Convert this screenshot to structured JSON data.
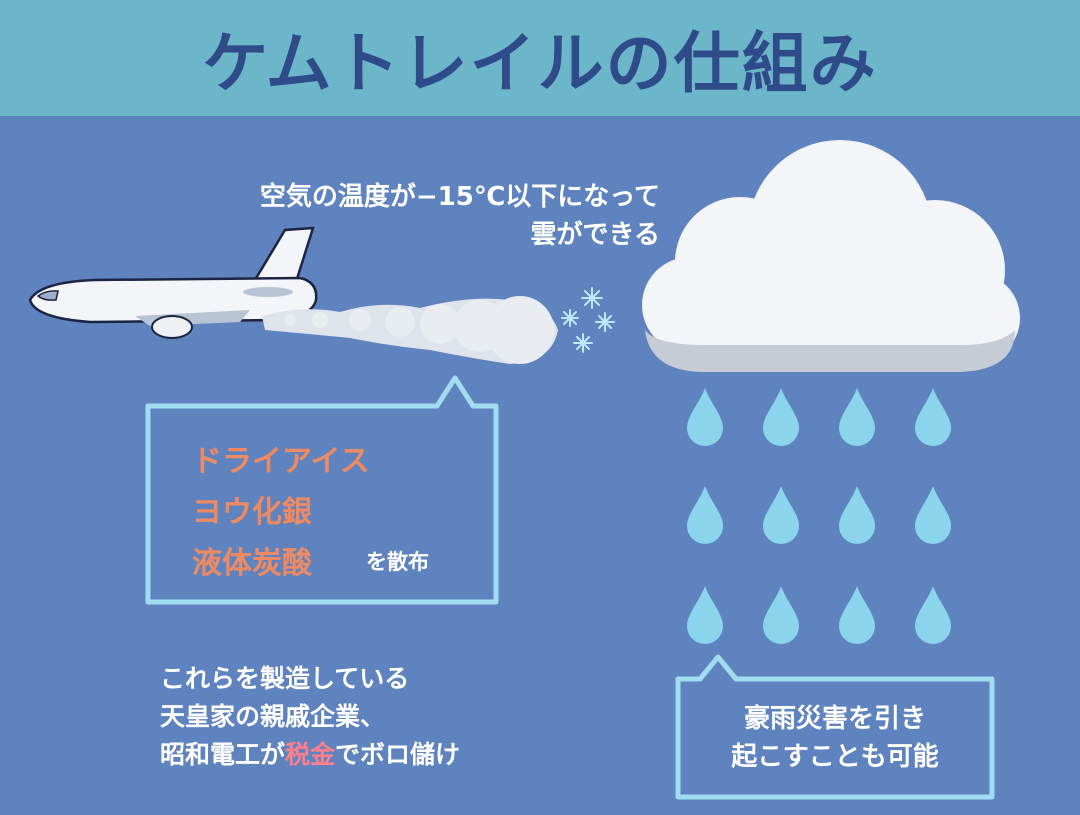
{
  "title": "ケムトレイルの仕組み",
  "top_note": {
    "line1": "空気の温度が−15℃以下になって",
    "line2": "雲ができる"
  },
  "chemicals_box": {
    "items": [
      "ドライアイス",
      "ヨウ化銀",
      "液体炭酸"
    ],
    "suffix": "を散布"
  },
  "bottom_left": {
    "line1": "これらを製造している",
    "line2": "天皇家の親戚企業、",
    "line3_prefix": "昭和電工が",
    "line3_highlight": "税金",
    "line3_suffix": "でボロ儲け"
  },
  "rain_box": {
    "line1": "豪雨災害を引き",
    "line2": "起こすことも可能"
  },
  "colors": {
    "background": "#5e83bf",
    "title_bar": "#6cb6ca",
    "title_text": "#2f4b8a",
    "box_outline": "#9fdcf0",
    "chemical_text": "#ee8a62",
    "highlight_text": "#ff7f8a",
    "raindrop": "#8ad4ec"
  },
  "icons": [
    "airplane-icon",
    "contrail-icon",
    "snowflake-icon",
    "cloud-icon",
    "raindrop-icon"
  ]
}
